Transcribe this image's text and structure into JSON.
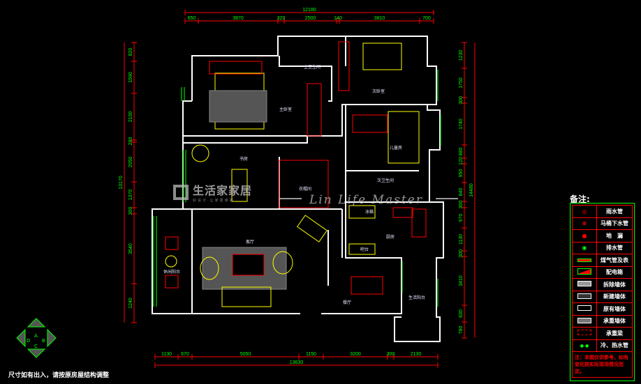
{
  "dimensions": {
    "top_total": "12180",
    "top": [
      "650",
      "3870",
      "320",
      "2500",
      "140",
      "3810",
      "700"
    ],
    "bottom_total": "13630",
    "bottom": [
      "1130",
      "670",
      "5050",
      "1150",
      "3200",
      "300",
      "2130"
    ],
    "left_total": "13170",
    "left": [
      "820",
      "1590",
      "2100",
      "280",
      "2050",
      "1370",
      "300",
      "3540",
      "1240"
    ],
    "right_total": "14480",
    "right": [
      "1230",
      "1750",
      "300",
      "1740",
      "880",
      "120",
      "950",
      "840",
      "300",
      "970",
      "1130",
      "300",
      "3410",
      "830",
      "780"
    ]
  },
  "rooms": {
    "master_bath": "主卫生间",
    "master_bedroom": "主卧室",
    "second_bedroom": "次卧室",
    "kids_room": "儿童房",
    "study": "书房",
    "cloakroom": "衣帽间",
    "second_bath": "次卫生间",
    "storage": "冰箱",
    "kitchen": "厨房",
    "bar": "吧台",
    "dining": "餐厅",
    "living": "客厅",
    "leisure_balcony": "休闲阳台",
    "service_balcony": "生活阳台"
  },
  "watermark": {
    "brand": "生活家家居",
    "slogan": "好设计·让家更幸福",
    "script": "Lin Life Master"
  },
  "compass": {
    "a": "A",
    "b": "B",
    "c": "C",
    "d": "D"
  },
  "legend": {
    "title": "备注:",
    "items": [
      {
        "icon": "rain-pipe-icon",
        "label": "雨水管"
      },
      {
        "icon": "toilet-drain-icon",
        "label": "马桶下水管"
      },
      {
        "icon": "floor-drain-icon",
        "label": "地　漏"
      },
      {
        "icon": "drain-pipe-icon",
        "label": "排水管"
      },
      {
        "icon": "gas-pipe-icon",
        "label": "煤气管及表"
      },
      {
        "icon": "distribution-box-icon",
        "label": "配电箱"
      },
      {
        "icon": "demolished-wall-icon",
        "label": "拆除墙体"
      },
      {
        "icon": "new-wall-icon",
        "label": "新建墙体"
      },
      {
        "icon": "existing-wall-icon",
        "label": "原有墙体"
      },
      {
        "icon": "load-bearing-wall-icon",
        "label": "承重墙体"
      },
      {
        "icon": "beam-icon",
        "label": "承重梁"
      },
      {
        "icon": "water-pipe-icon",
        "label": "冷、热水管"
      }
    ],
    "note": "注：本图仅供参考，如有变化按实际现场情况而定。"
  },
  "footer_note": "尺寸如有出入，请按原房屋结构调整",
  "colors": {
    "wall": "#ffffff",
    "dim": "#ff0000",
    "dimtext": "#00ff00",
    "furniture": "#ffff00",
    "detail": "#ff0000"
  }
}
